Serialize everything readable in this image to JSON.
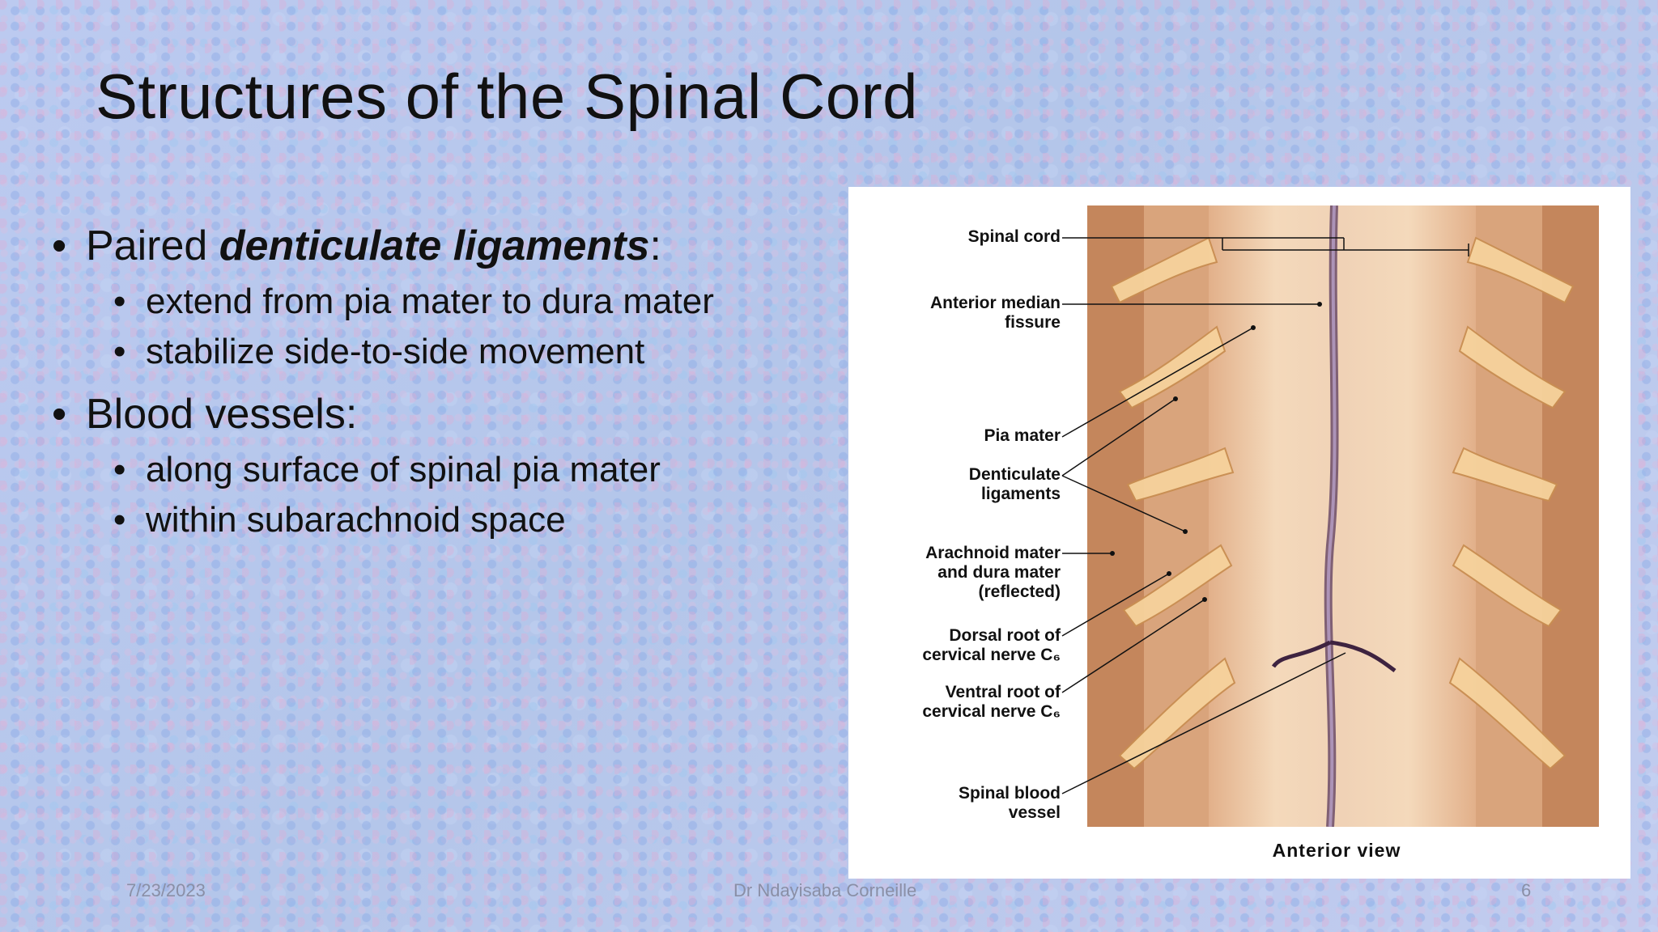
{
  "slide": {
    "title": "Structures of the Spinal Cord",
    "bullets": [
      {
        "prefix": "Paired ",
        "emphasis": "denticulate ligaments",
        "suffix": ":",
        "sub": [
          "extend from pia mater to dura mater",
          "stabilize side-to-side movement"
        ]
      },
      {
        "text": "Blood vessels:",
        "sub": [
          "along surface of spinal pia mater",
          "within subarachnoid space"
        ]
      }
    ]
  },
  "figure": {
    "labels": {
      "spinal_cord": "Spinal cord",
      "anterior_median_fissure": "Anterior median\nfissure",
      "pia_mater": "Pia mater",
      "denticulate_ligaments": "Denticulate\nligaments",
      "arachnoid_dura": "Arachnoid mater\nand dura mater\n(reflected)",
      "dorsal_root": "Dorsal root of\ncervical nerve C₆",
      "ventral_root": "Ventral root of\ncervical nerve C₆",
      "spinal_blood_vessel": "Spinal blood\nvessel"
    },
    "caption": "Anterior view"
  },
  "footer": {
    "date": "7/23/2023",
    "author": "Dr Ndayisaba Corneille",
    "page": "6"
  }
}
